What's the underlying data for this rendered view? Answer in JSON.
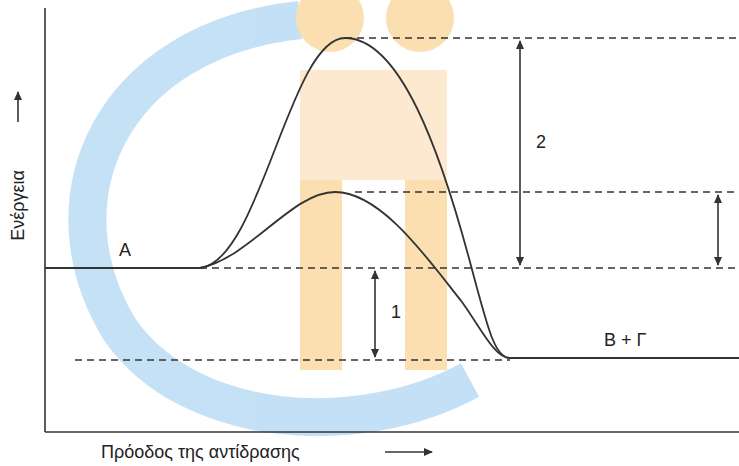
{
  "diagram": {
    "labels": [
      "Ενέργεια",
      "Πρόοδος της αντίδρασης",
      "Α",
      "Β + Γ",
      "1",
      "2"
    ]
  }
}
